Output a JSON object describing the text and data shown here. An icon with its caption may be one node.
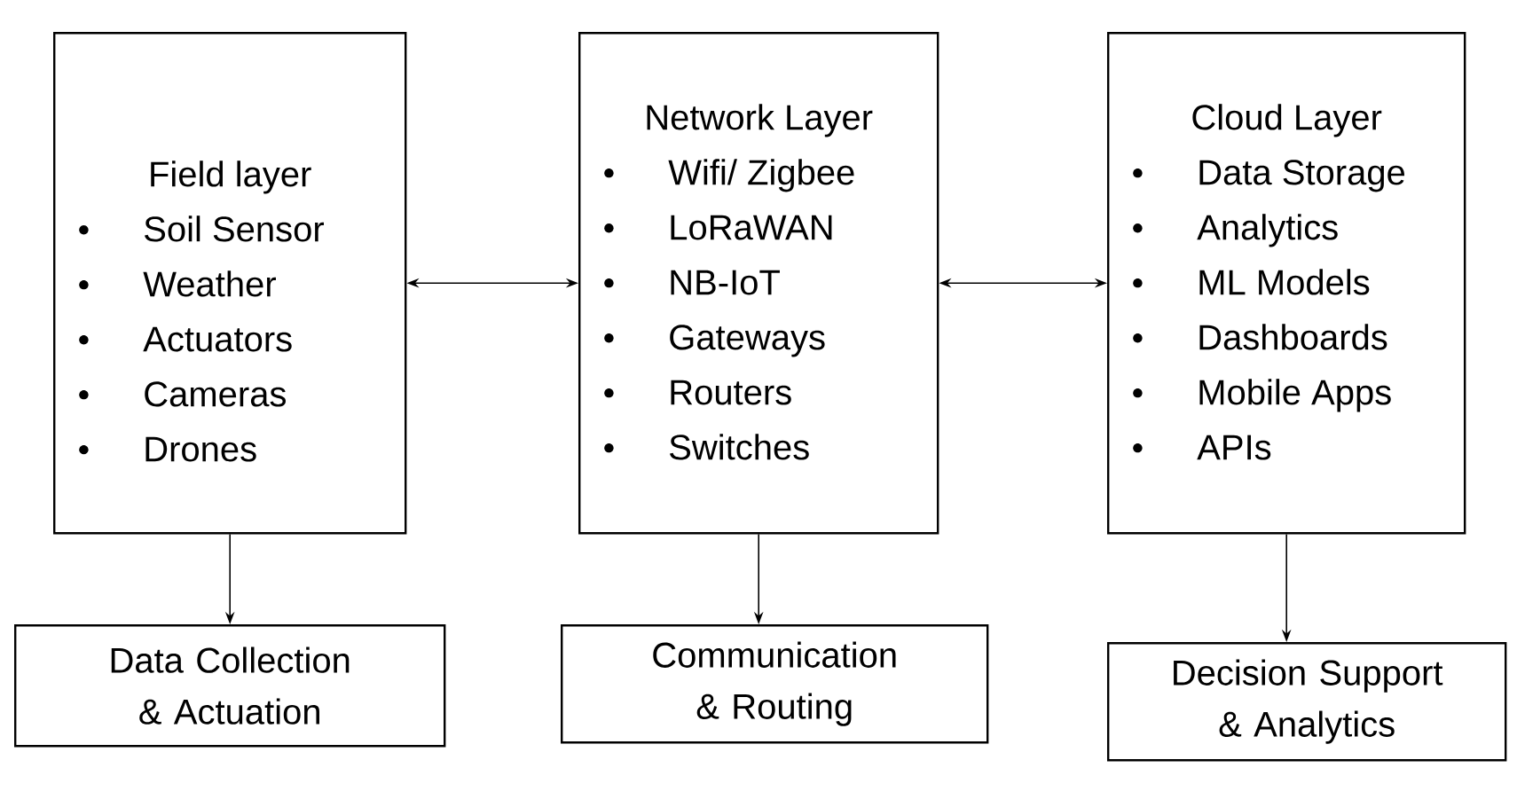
{
  "diagram": {
    "nodes": [
      {
        "text": [
          "Field layer",
          "Soil Sensor",
          "Weather",
          "Actuators",
          "Cameras",
          "Drones"
        ]
      },
      {
        "text": [
          "Network Layer",
          "Wifi/ Zigbee",
          "LoRaWAN",
          "NB-IoT",
          "Gateways",
          "Routers",
          "Switches"
        ]
      },
      {
        "text": [
          "Cloud Layer",
          "Data Storage",
          "Analytics",
          "ML Models",
          "Dashboards",
          "Mobile Apps",
          "APIs"
        ]
      },
      {
        "text": [
          "Data Collection & Actuation"
        ]
      },
      {
        "text": [
          "Communication & Routing"
        ]
      },
      {
        "text": [
          "Decision Support & Analytics"
        ]
      }
    ],
    "edges": [
      {
        "from": 0,
        "to": 1,
        "arrow": "both"
      },
      {
        "from": 1,
        "to": 2,
        "arrow": "both"
      },
      {
        "from": 0,
        "to": 3,
        "arrow": "to"
      },
      {
        "from": 1,
        "to": 4,
        "arrow": "to"
      },
      {
        "from": 2,
        "to": 5,
        "arrow": "to"
      }
    ]
  }
}
